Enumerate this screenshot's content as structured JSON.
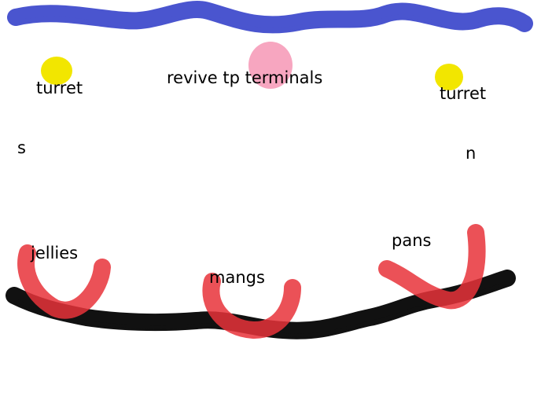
{
  "map": {
    "colors": {
      "water": "#4a55cf",
      "ground": "#111111",
      "spawn": "#e8323a",
      "turret": "#f2e600",
      "terminal": "#f7a6c0"
    },
    "labels": {
      "turret_left": "turret",
      "revive_terminals": "revive tp terminals",
      "turret_right": "turret",
      "side_s": "s",
      "side_n": "n",
      "jellies": "jellies",
      "mangs": "mangs",
      "pans": "pans"
    }
  }
}
